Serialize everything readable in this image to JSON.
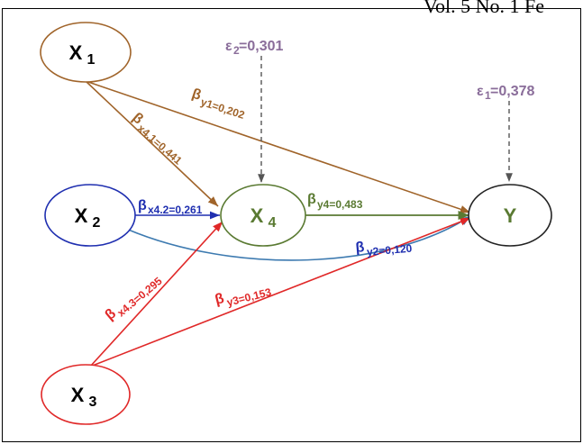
{
  "header": {
    "text": "Vol. 5 No. 1 Fe"
  },
  "colors": {
    "x1": "#a0642a",
    "x2": "#1f2fb0",
    "x3": "#e02828",
    "x4": "#5a7a32",
    "y": "#222222",
    "error": "#8a6d9a",
    "curve": "#3d7ab0"
  },
  "nodes": {
    "x1": {
      "main": "X",
      "sub": "1"
    },
    "x2": {
      "main": "X",
      "sub": "2"
    },
    "x3": {
      "main": "X",
      "sub": "3"
    },
    "x4": {
      "main": "X",
      "sub": "4"
    },
    "y": {
      "main": "Y"
    }
  },
  "errors": {
    "e2": {
      "sym": "ε",
      "sub": "2",
      "value": "=0,301"
    },
    "e1": {
      "sym": "ε",
      "sub": "1",
      "value": "=0,378"
    }
  },
  "paths": {
    "y1": {
      "sym": "β",
      "sub": "y1=0,202"
    },
    "x41": {
      "sym": "β",
      "sub": "x4.1=0,441"
    },
    "x42": {
      "sym": "β",
      "sub": "x4.2=0,261"
    },
    "y4": {
      "sym": "β",
      "sub": "y4=0,483"
    },
    "y2": {
      "sym": "β",
      "sub": "y2=0,120"
    },
    "x43": {
      "sym": "β",
      "sub": "x4.3=0,295"
    },
    "y3": {
      "sym": "β",
      "sub": "y3=0,153"
    }
  }
}
